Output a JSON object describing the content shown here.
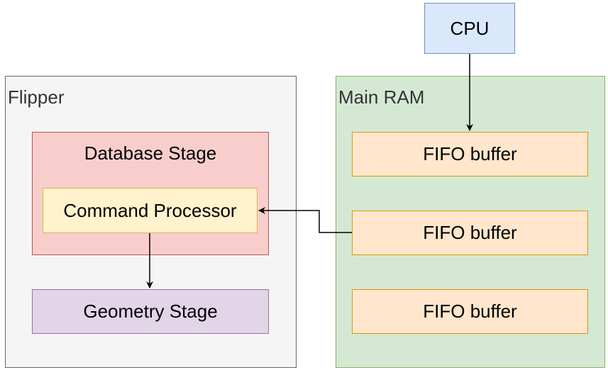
{
  "flipper": {
    "label": "Flipper"
  },
  "main_ram": {
    "label": "Main RAM"
  },
  "cpu": {
    "label": "CPU"
  },
  "database_stage": {
    "label": "Database Stage"
  },
  "command_processor": {
    "label": "Command Processor"
  },
  "geometry_stage": {
    "label": "Geometry Stage"
  },
  "fifo_buffers": [
    {
      "label": "FIFO buffer"
    },
    {
      "label": "FIFO buffer"
    },
    {
      "label": "FIFO buffer"
    }
  ],
  "edges": [
    {
      "from": "cpu",
      "to": "fifo-buffer-1"
    },
    {
      "from": "fifo-buffer-2",
      "to": "command-processor"
    },
    {
      "from": "command-processor",
      "to": "geometry-stage"
    }
  ],
  "colors": {
    "flipper_fill": "#f5f5f5",
    "main_ram_fill": "#d5e8d4",
    "cpu_fill": "#dae8fc",
    "database_fill": "#f8cecc",
    "command_processor_fill": "#fff2cc",
    "geometry_fill": "#e1d5e7",
    "fifo_fill": "#ffe6cc"
  }
}
